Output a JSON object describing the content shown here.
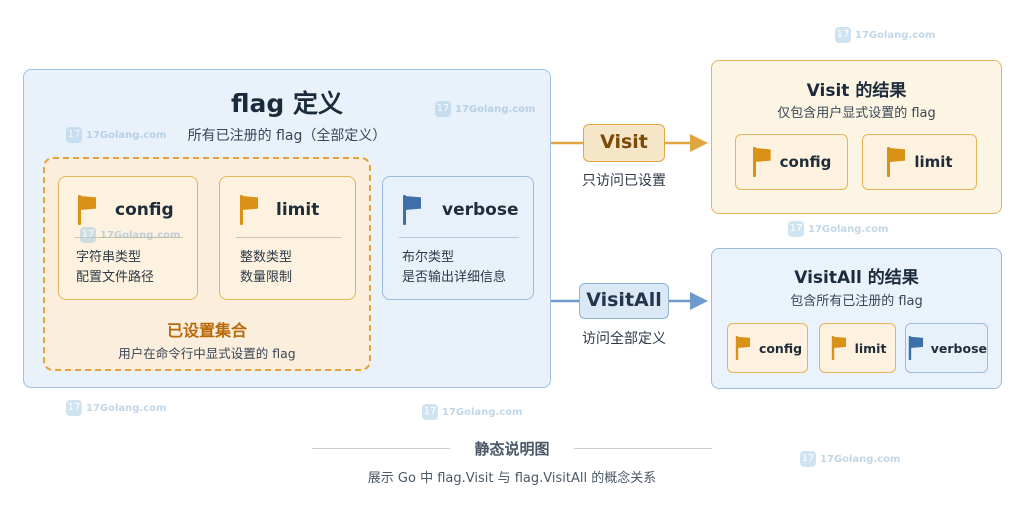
{
  "main": {
    "title": "flag 定义",
    "subtitle": "所有已注册的 flag（全部定义）",
    "set": {
      "title": "已设置集合",
      "subtitle": "用户在命令行中显式设置的 flag"
    },
    "cards": [
      {
        "name": "config",
        "desc1": "字符串类型",
        "desc2": "配置文件路径",
        "style": "set"
      },
      {
        "name": "limit",
        "desc1": "整数类型",
        "desc2": "数量限制",
        "style": "set"
      },
      {
        "name": "verbose",
        "desc1": "布尔类型",
        "desc2": "是否输出详细信息",
        "style": "unset"
      }
    ]
  },
  "arrows": {
    "visit": {
      "label": "Visit",
      "caption": "只访问已设置"
    },
    "visitall": {
      "label": "VisitAll",
      "caption": "访问全部定义"
    }
  },
  "visit_result": {
    "title": "Visit 的结果",
    "subtitle": "仅包含用户显式设置的 flag",
    "items": [
      "config",
      "limit"
    ]
  },
  "visitall_result": {
    "title": "VisitAll 的结果",
    "subtitle": "包含所有已注册的 flag",
    "items": [
      "config",
      "limit",
      "verbose"
    ]
  },
  "footer": {
    "title": "静态说明图",
    "subtitle": "展示 Go 中 flag.Visit 与 flag.VisitAll 的概念关系"
  },
  "watermark": {
    "text": "17Golang.com",
    "icon": "17golang-logo-icon"
  },
  "colors": {
    "set_accent": "#e2a23f",
    "unset_accent": "#3f6fa9",
    "visit_arrow": "#e0a740",
    "visitall_arrow": "#6f9bcc"
  }
}
